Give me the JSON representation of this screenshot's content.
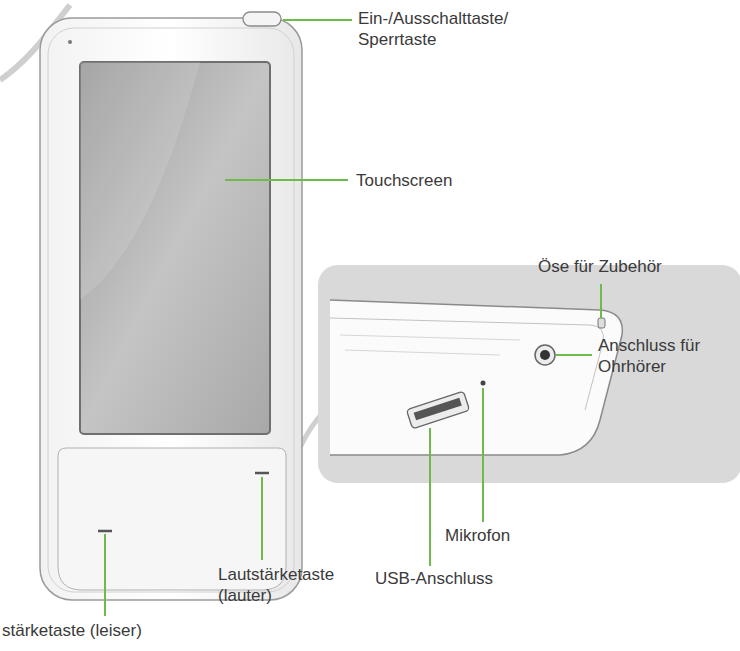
{
  "diagram": {
    "labels": [
      "Ein-/Ausschalttaste/ Sperrtaste",
      "Touchscreen",
      "Öse für Zubehör",
      "Anschluss für Ohrhörer",
      "Mikrofon",
      "Lautstärketaste (lauter)",
      "USB-Anschluss",
      "stärketaste (leiser)"
    ]
  }
}
